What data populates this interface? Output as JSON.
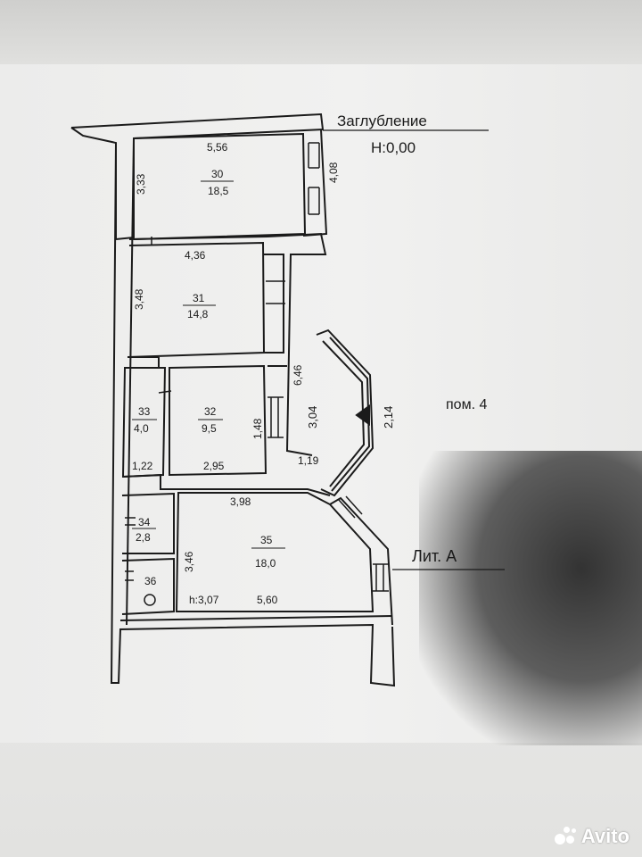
{
  "level_labels": {
    "depth_label": "Заглубление",
    "height_mark": "H:0,00"
  },
  "rooms": [
    {
      "number": "30",
      "area": "18,5"
    },
    {
      "number": "31",
      "area": "14,8"
    },
    {
      "number": "32",
      "area": "9,5"
    },
    {
      "number": "33",
      "area": "4,0"
    },
    {
      "number": "34",
      "area": "2,8"
    },
    {
      "number": "35",
      "area": "18,0"
    },
    {
      "number": "36",
      "area": ""
    }
  ],
  "dimensions": {
    "d_556": "5,56",
    "d_333": "3,33",
    "d_408": "4,08",
    "d_436": "4,36",
    "d_348": "3,48",
    "d_646": "6,46",
    "d_304": "3,04",
    "d_214": "2,14",
    "d_148": "1,48",
    "d_122": "1,22",
    "d_295": "2,95",
    "d_119": "1,19",
    "d_398": "3,98",
    "d_346": "3,46",
    "d_560": "5,60",
    "ceiling": "h:3,07"
  },
  "labels": {
    "premises": "пом. 4",
    "letter": "Лит. А"
  },
  "watermark": {
    "text": "Avito"
  },
  "colors": {
    "ink": "#1b1b1b",
    "paper": "#efefee"
  }
}
